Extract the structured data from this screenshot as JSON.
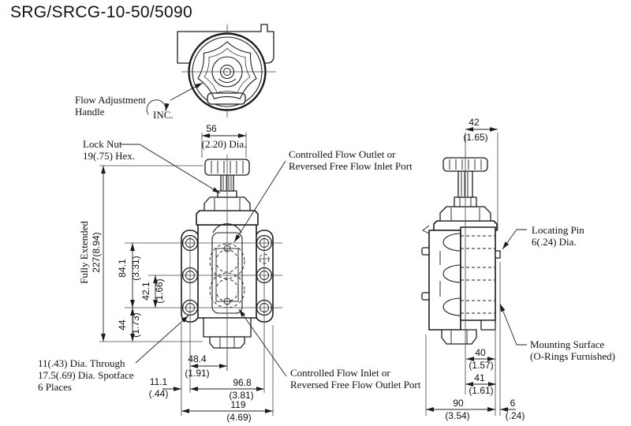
{
  "title": "SRG/SRCG-10-50/5090",
  "annotations": {
    "flow_handle_l1": "Flow Adjustment",
    "flow_handle_l2": "Handle",
    "inc": "INC.",
    "lock_nut_l1": "Lock Nut",
    "lock_nut_l2": "19(.75) Hex.",
    "outlet_l1": "Controlled Flow Outlet or",
    "outlet_l2": "Reversed Free Flow Inlet Port",
    "inlet_l1": "Controlled Flow Inlet or",
    "inlet_l2": "Reversed Free Flow Outlet Port",
    "holes_l1": "11(.43) Dia. Through",
    "holes_l2": "17.5(.69) Dia. Spotface",
    "holes_l3": "6 Places",
    "pin_l1": "Locating Pin",
    "pin_l2": "6(.24) Dia.",
    "mount_l1": "Mounting Surface",
    "mount_l2": "(O-Rings Furnished)",
    "fully_extended": "Fully Extended"
  },
  "dims": {
    "dia56_mm": "56",
    "dia56_in": "(2.20) Dia.",
    "w42_mm": "42",
    "w42_in": "(1.65)",
    "h227": "227(8.94)",
    "h84_mm": "84.1",
    "h84_in": "(3.31)",
    "h42_mm": "42.1",
    "h42_in": "(1.66)",
    "h44_mm": "44",
    "h44_in": "(1.73)",
    "w11_mm": "11.1",
    "w11_in": "(.44)",
    "w48_mm": "48.4",
    "w48_in": "(1.91)",
    "w96_mm": "96.8",
    "w96_in": "(3.81)",
    "w119_mm": "119",
    "w119_in": "(4.69)",
    "w40_mm": "40",
    "w40_in": "(1.57)",
    "w41_mm": "41",
    "w41_in": "(1.61)",
    "w90_mm": "90",
    "w90_in": "(3.54)",
    "w6_mm": "6",
    "w6_in": "(.24)"
  }
}
